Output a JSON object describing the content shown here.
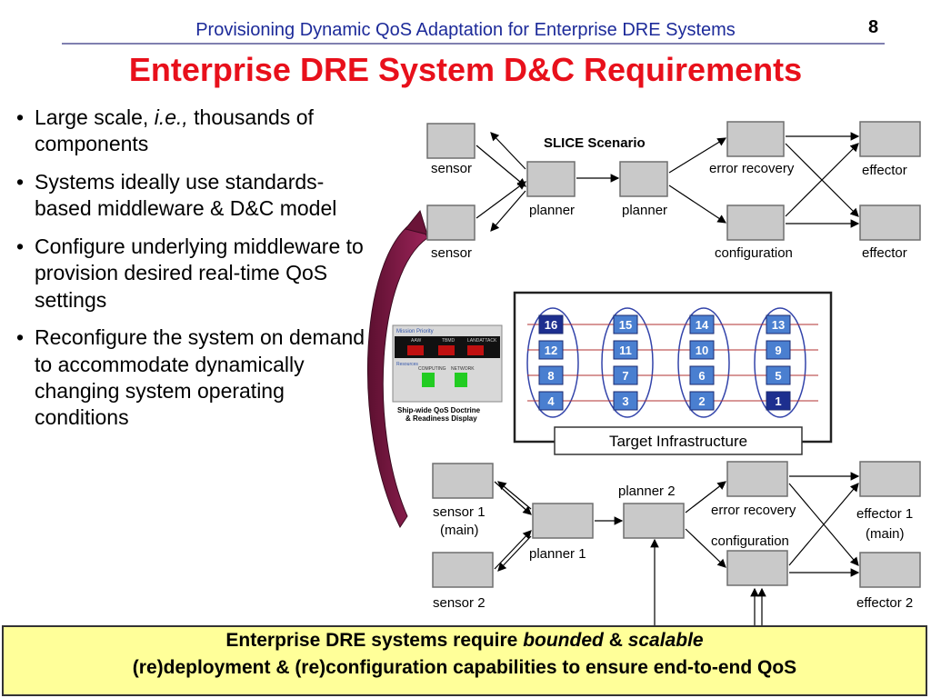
{
  "header": {
    "title": "Provisioning Dynamic QoS Adaptation for Enterprise DRE Systems",
    "page_number": "8"
  },
  "slide_title": "Enterprise DRE System D&C Requirements",
  "bullets": [
    {
      "before": "Large scale, ",
      "italic": "i.e.,",
      "after": " thousands of components"
    },
    {
      "before": "Systems ideally use standards-based middleware & D&C model",
      "italic": "",
      "after": ""
    },
    {
      "before": "Configure underlying middleware to provision desired real-time QoS settings",
      "italic": "",
      "after": ""
    },
    {
      "before": "Reconfigure the system on demand to accommodate dynamically changing system operating conditions",
      "italic": "",
      "after": ""
    }
  ],
  "bullet_glyph": "•",
  "diagram_top": {
    "title": "SLICE Scenario",
    "labels": {
      "sensor_a": "sensor",
      "sensor_b": "sensor",
      "planner_a": "planner",
      "planner_b": "planner",
      "error_recovery": "error recovery",
      "configuration": "configuration",
      "effector_a": "effector",
      "effector_b": "effector"
    }
  },
  "infrastructure": {
    "label": "Target Infrastructure",
    "nodes": [
      "16",
      "15",
      "14",
      "13",
      "12",
      "11",
      "10",
      "9",
      "8",
      "7",
      "6",
      "5",
      "4",
      "3",
      "2",
      "1"
    ]
  },
  "qos_display": {
    "header": "Mission Priority",
    "items": [
      "AAW",
      "TBMD",
      "LANDATTACK"
    ],
    "resources_header": "Resources",
    "resource_items": [
      "COMPUTING",
      "NETWORK"
    ],
    "caption_line1": "Ship-wide QoS Doctrine",
    "caption_line2": "& Readiness Display"
  },
  "diagram_bottom": {
    "labels": {
      "sensor1_line1": "sensor 1",
      "sensor1_line2": "(main)",
      "sensor2": "sensor 2",
      "planner1": "planner 1",
      "planner2": "planner 2",
      "error_recovery": "error recovery",
      "configuration": "configuration",
      "effector1_line1": "effector 1",
      "effector1_line2": "(main)",
      "effector2": "effector 2"
    }
  },
  "callout": {
    "line1_before": "Enterprise DRE systems require ",
    "line1_italic1": "bounded",
    "line1_mid": " & ",
    "line1_italic2": "scalable",
    "line2": "(re)deployment & (re)configuration capabilities to ensure end-to-end QoS"
  },
  "colors": {
    "header": "#1c2a99",
    "title": "#e8101b",
    "callout_bg": "#ffff99",
    "arrow": "#8b1a4a",
    "node": "#4a7fd0"
  }
}
